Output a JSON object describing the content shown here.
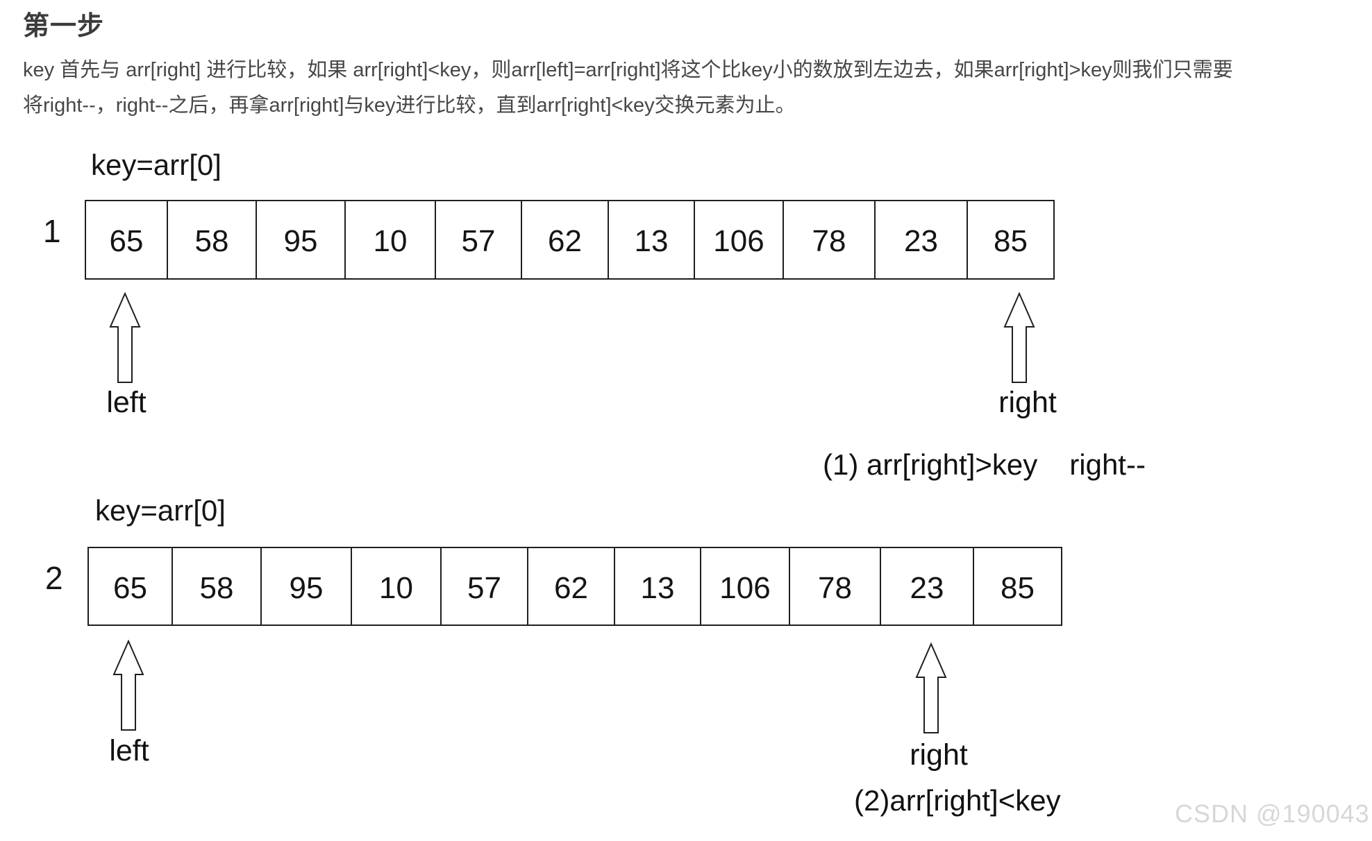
{
  "article": {
    "title": "第一步",
    "paragraph_lines": [
      "key 首先与 arr[right] 进行比较，如果 arr[right]<key，则arr[left]=arr[right]将这个比key小的数放到左边去，如果arr[right]>key则我们只需要",
      "将right--，right--之后，再拿arr[right]与key进行比较，直到arr[right]<key交换元素为止。"
    ]
  },
  "colors": {
    "heading": "#3b3b3b",
    "body_text": "#474747",
    "diagram_ink": "#151515",
    "watermark": "#d7d7d7"
  },
  "diagrams": [
    {
      "key_label": "key=arr[0]",
      "row_number": "1",
      "cells": [
        "65",
        "58",
        "95",
        "10",
        "57",
        "62",
        "13",
        "106",
        "78",
        "23",
        "85"
      ],
      "left_pointer_label": "left",
      "right_pointer_label": "right",
      "right_pointer_cell": "85",
      "note": "(1) arr[right]>key",
      "note_extra": "right--"
    },
    {
      "key_label": "key=arr[0]",
      "row_number": "2",
      "cells": [
        "65",
        "58",
        "95",
        "10",
        "57",
        "62",
        "13",
        "106",
        "78",
        "23",
        "85"
      ],
      "left_pointer_label": "left",
      "right_pointer_label": "right",
      "right_pointer_cell": "23",
      "note": "(2)arr[right]<key"
    }
  ],
  "watermark": "CSDN @190043"
}
